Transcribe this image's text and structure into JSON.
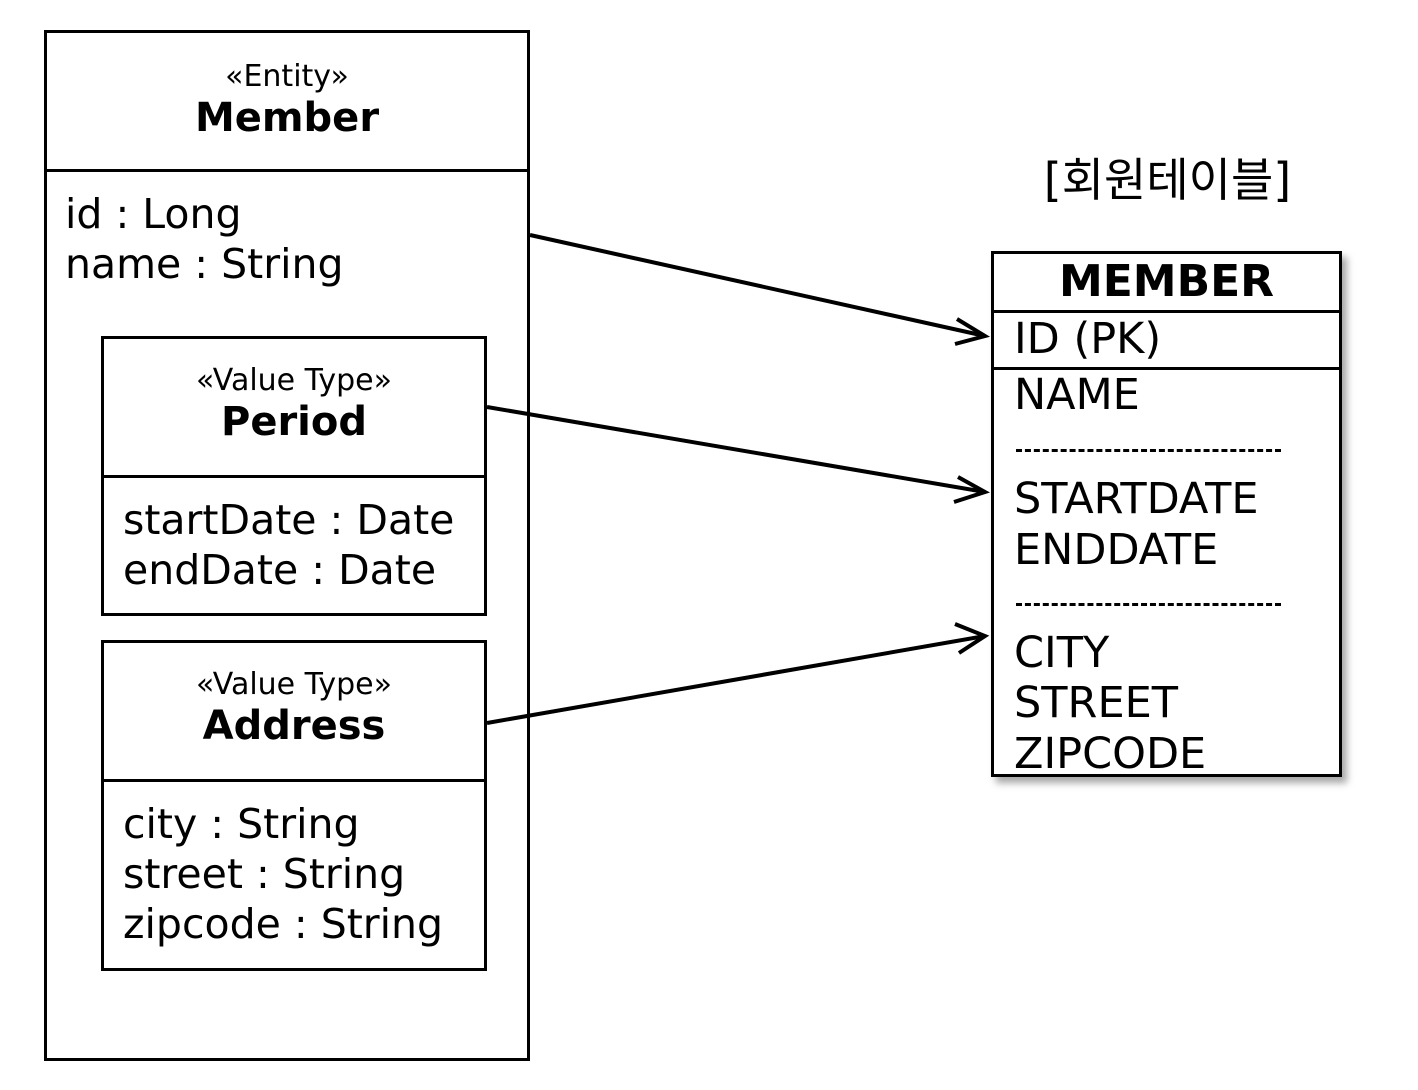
{
  "entity": {
    "stereotype": "«Entity»",
    "name": "Member",
    "attributes": [
      "id : Long",
      "name : String"
    ]
  },
  "period": {
    "stereotype": "«Value Type»",
    "name": "Period",
    "attributes": [
      "startDate : Date",
      "endDate : Date"
    ]
  },
  "address": {
    "stereotype": "«Value Type»",
    "name": "Address",
    "attributes": [
      "city : String",
      "street : String",
      "zipcode : String"
    ]
  },
  "table": {
    "caption": "[회원테이블]",
    "name": "MEMBER",
    "primary_key": "ID (PK)",
    "columns": [
      "NAME",
      "STARTDATE",
      "ENDDATE",
      "CITY",
      "STREET",
      "ZIPCODE"
    ]
  },
  "colors": {
    "line": "#000000",
    "background": "#ffffff"
  }
}
